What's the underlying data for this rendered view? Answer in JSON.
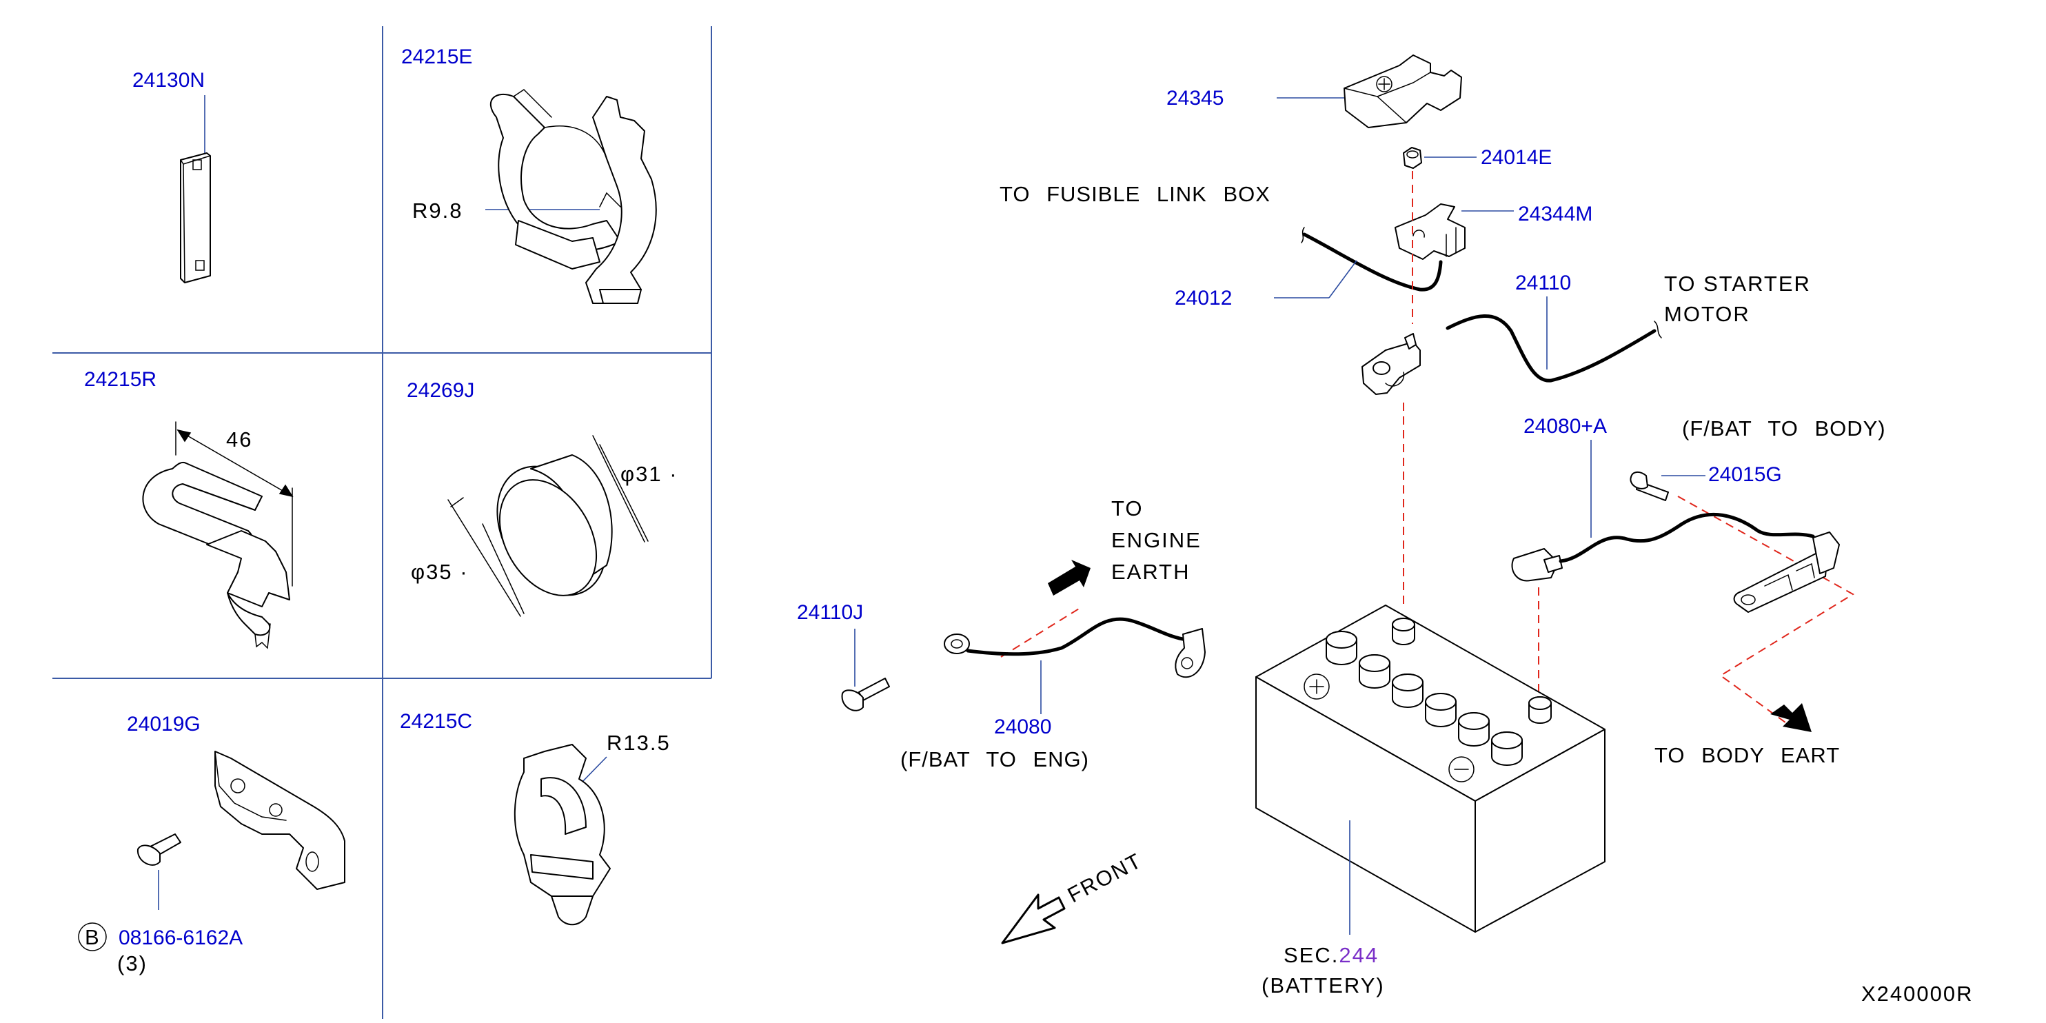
{
  "callouts": {
    "p24130N": "24130N",
    "p24215E": "24215E",
    "p24215R": "24215R",
    "p24269J": "24269J",
    "p24019G": "24019G",
    "p24215C": "24215C",
    "p08166": "08166-6162A",
    "qty3": "(3)",
    "circleB": "B",
    "p24345": "24345",
    "p24014E": "24014E",
    "p24344M": "24344M",
    "p24012": "24012",
    "p24110": "24110",
    "p24080A": "24080+A",
    "p24015G": "24015G",
    "p24110J": "24110J",
    "p24080": "24080",
    "sec": "SEC.",
    "sec244": "244"
  },
  "dimensions": {
    "r98": "R9.8",
    "d46": "46",
    "phi31": "φ31 ·",
    "phi35": "φ35 ·",
    "r135": "R13.5"
  },
  "labels": {
    "fusible": "TO FUSIBLE LINK BOX",
    "starter1": "TO STARTER",
    "starter2": "MOTOR",
    "fbody": "(F/BAT TO BODY)",
    "eng1": "TO",
    "eng2": "ENGINE",
    "eng3": "EARTH",
    "fbateng": "(F/BAT TO ENG)",
    "bodyeart": "TO BODY EART",
    "front": "FRONT",
    "battery": "(BATTERY)",
    "code": "X240000R"
  },
  "colors": {
    "part_number": "#0000cc",
    "grid": "#3b5aa6",
    "dashed_line": "#e0261b",
    "section_ref": "#7a2fc8"
  }
}
